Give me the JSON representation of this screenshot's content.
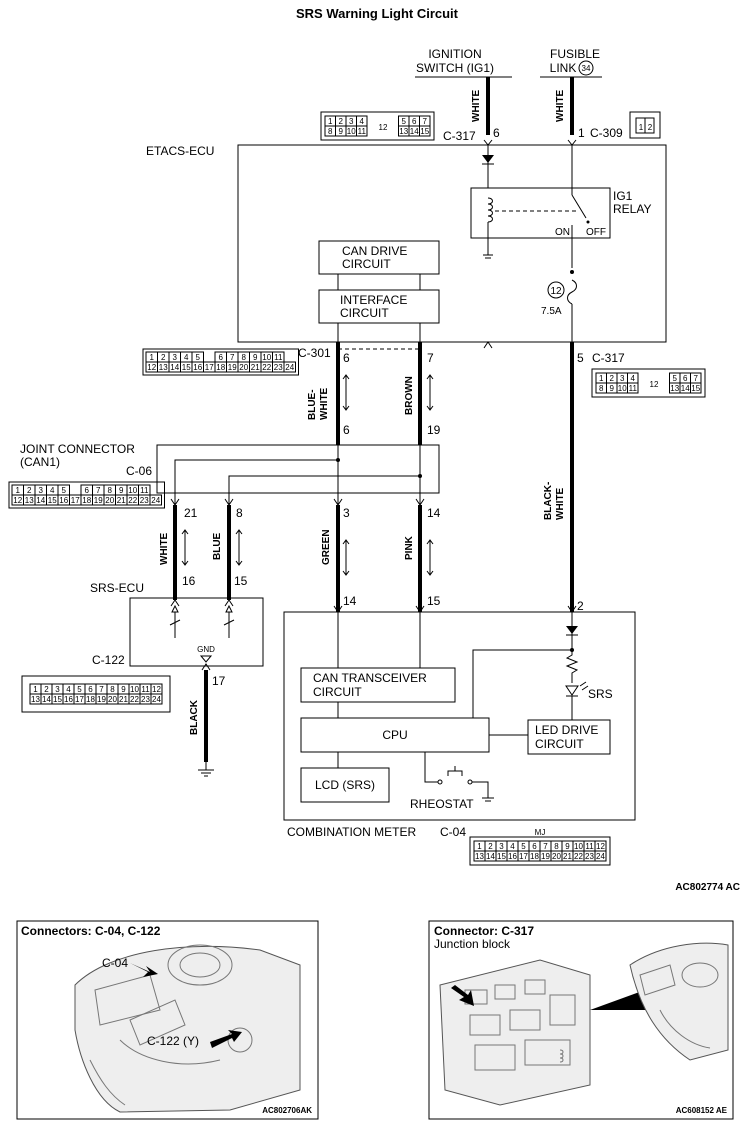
{
  "title": "SRS Warning Light Circuit",
  "labels": {
    "ignition_switch": [
      "IGNITION",
      "SWITCH (IG1)"
    ],
    "fusible_link": [
      "FUSIBLE",
      "LINK"
    ],
    "fusible_link_no": "34",
    "etacs_ecu": "ETACS-ECU",
    "ig1_relay": [
      "IG1",
      "RELAY"
    ],
    "relay_on": "ON",
    "relay_off": "OFF",
    "can_drive": [
      "CAN DRIVE",
      "CIRCUIT"
    ],
    "interface": [
      "INTERFACE",
      "CIRCUIT"
    ],
    "fuse_no": "12",
    "fuse_rating": "7.5A",
    "joint_connector": [
      "JOINT CONNECTOR",
      "(CAN1)"
    ],
    "srs_ecu": "SRS-ECU",
    "gnd": "GND",
    "combination_meter": "COMBINATION METER",
    "can_transceiver": [
      "CAN TRANSCEIVER",
      "CIRCUIT"
    ],
    "cpu": "CPU",
    "led_drive": [
      "LED DRIVE",
      "CIRCUIT"
    ],
    "lcd": "LCD (SRS)",
    "rheostat": "RHEOSTAT",
    "srs_lamp": "SRS",
    "code_main": "AC802774 AC",
    "code_left": "AC802706AK",
    "code_right": "AC608152 AE"
  },
  "connectors": {
    "c317": "C-317",
    "c309": "C-309",
    "c301": "C-301",
    "c06": "C-06",
    "c122": "C-122",
    "c04": "C-04",
    "c317_pins_top": [
      "1",
      "2",
      "3",
      "4",
      "",
      "",
      "",
      "5",
      "6",
      "7"
    ],
    "c317_pins_bottom": [
      "8",
      "9",
      "10",
      "11",
      "",
      "",
      "",
      "13",
      "14",
      "15"
    ],
    "c317_center": "12",
    "c309_pins": [
      "1",
      "2"
    ],
    "c301_pins_top": [
      "1",
      "2",
      "3",
      "4",
      "5",
      "",
      "6",
      "7",
      "8",
      "9",
      "10",
      "11"
    ],
    "c301_pins_bottom": [
      "12",
      "13",
      "14",
      "15",
      "16",
      "17",
      "18",
      "19",
      "20",
      "21",
      "22",
      "23",
      "24"
    ],
    "c06_pins_top": [
      "1",
      "2",
      "3",
      "4",
      "5",
      "",
      "6",
      "7",
      "8",
      "9",
      "10",
      "11"
    ],
    "c06_pins_bottom": [
      "12",
      "13",
      "14",
      "15",
      "16",
      "17",
      "18",
      "19",
      "20",
      "21",
      "22",
      "23",
      "24"
    ],
    "c122_pins_top": [
      "1",
      "2",
      "3",
      "4",
      "5",
      "6",
      "7",
      "8",
      "9",
      "10",
      "11",
      "12"
    ],
    "c122_pins_bottom": [
      "13",
      "14",
      "15",
      "16",
      "17",
      "18",
      "19",
      "20",
      "21",
      "22",
      "23",
      "24"
    ],
    "c04_tag": "MJ",
    "c04_pins_top": [
      "1",
      "2",
      "3",
      "4",
      "5",
      "6",
      "7",
      "8",
      "9",
      "10",
      "11",
      "12"
    ],
    "c04_pins_bottom": [
      "13",
      "14",
      "15",
      "16",
      "17",
      "18",
      "19",
      "20",
      "21",
      "22",
      "23",
      "24"
    ]
  },
  "wires": {
    "white": "WHITE",
    "blue_white": [
      "BLUE-",
      "WHITE"
    ],
    "brown": "BROWN",
    "black_white": [
      "BLACK-",
      "WHITE"
    ],
    "blue": "BLUE",
    "green": "GREEN",
    "pink": "PINK",
    "black": "BLACK"
  },
  "pins": {
    "ig_c317": "6",
    "fl_c309": "1",
    "can_h_c301": "6",
    "can_l_c301": "7",
    "out_c317": "5",
    "jc_in_h": "6",
    "jc_in_l": "19",
    "jc_srs_h": "21",
    "jc_srs_l": "8",
    "jc_meter_h": "3",
    "jc_meter_l": "14",
    "srs_h": "16",
    "srs_l": "15",
    "meter_h": "14",
    "meter_l": "15",
    "meter_pwr": "2",
    "srs_gnd": "17"
  },
  "panels": {
    "left_title": "Connectors: C-04, C-122",
    "left_c04": "C-04",
    "left_c122": "C-122 (Y)",
    "right_title": "Connector: C-317",
    "right_sub": "Junction block"
  }
}
